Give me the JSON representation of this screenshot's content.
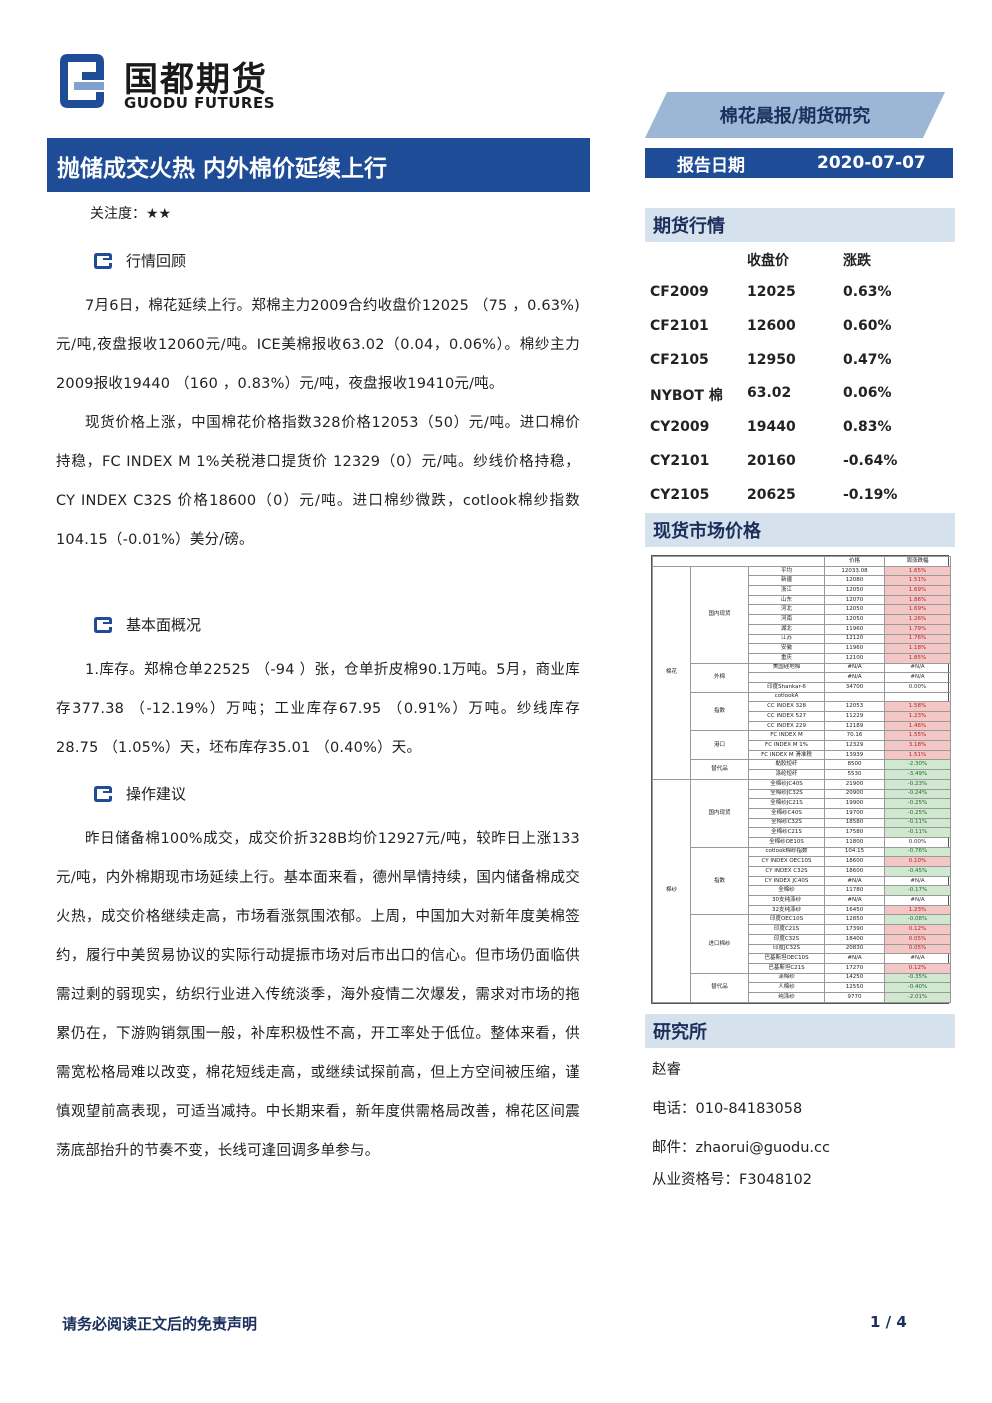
{
  "header": {
    "logo_cn": "国都期货",
    "logo_en": "GUODU FUTURES",
    "banner": "棉花晨报/期货研究",
    "title": "抛储成交火热  内外棉价延续上行",
    "date_label": "报告日期",
    "date_value": "2020-07-07"
  },
  "left": {
    "focus": "关注度：★★",
    "sections": [
      {
        "heading": "行情回顾",
        "paragraphs": [
          "7月6日，棉花延续上行。郑棉主力2009合约收盘价12025 （75 ，0.63%)元/吨,夜盘报收12060元/吨。ICE美棉报收63.02（0.04，0.06%）。棉纱主力2009报收19440 （160 ，0.83%）元/吨，夜盘报收19410元/吨。",
          "现货价格上涨，中国棉花价格指数328价格12053（50）元/吨。进口棉价持稳，FC INDEX M 1%关税港口提货价 12329（0）元/吨。纱线价格持稳，CY INDEX C32S 价格18600（0）元/吨。进口棉纱微跌，cotlook棉纱指数104.15（-0.01%）美分/磅。"
        ]
      },
      {
        "heading": "基本面概况",
        "paragraphs": [
          "1.库存。郑棉仓单22525 （-94 ）张，仓单折皮棉90.1万吨。5月，商业库存377.38 （-12.19%）万吨；工业库存67.95 （0.91%）万吨。纱线库存28.75 （1.05%）天，坯布库存35.01 （0.40%）天。"
        ]
      },
      {
        "heading": "操作建议",
        "paragraphs": [
          "昨日储备棉100%成交，成交价折328B均价12927元/吨，较昨日上涨133元/吨，内外棉期现市场延续上行。基本面来看，德州旱情持续，国内储备棉成交火热，成交价格继续走高，市场看涨氛围浓郁。上周，中国加大对新年度美棉签约，履行中美贸易协议的实际行动提振市场对后市出口的信心。但市场仍面临供需过剩的弱现实，纺织行业进入传统淡季，海外疫情二次爆发，需求对市场的拖累仍在，下游购销氛围一般，补库积极性不高，开工率处于低位。整体来看，供需宽松格局难以改变，棉花短线走高，或继续试探前高，但上方空间被压缩，谨慎观望前高表现，可适当减持。中长期来看，新年度供需格局改善，棉花区间震荡底部抬升的节奏不变，长线可逢回调多单参与。"
        ]
      }
    ]
  },
  "futures": {
    "heading": "期货行情",
    "col_close": "收盘价",
    "col_change": "涨跌",
    "rows": [
      {
        "code": "CF2009",
        "close": "12025",
        "change": "0.63%"
      },
      {
        "code": "CF2101",
        "close": "12600",
        "change": "0.60%"
      },
      {
        "code": "CF2105",
        "close": "12950",
        "change": "0.47%"
      },
      {
        "code": "NYBOT 棉",
        "close": "63.02",
        "change": "0.06%"
      },
      {
        "code": "CY2009",
        "close": "19440",
        "change": "0.83%"
      },
      {
        "code": "CY2101",
        "close": "20160",
        "change": "-0.64%"
      },
      {
        "code": "CY2105",
        "close": "20625",
        "change": "-0.19%"
      }
    ]
  },
  "spot": {
    "heading": "现货市场价格",
    "head_price": "价格",
    "head_change": "周涨跌幅",
    "colors": {
      "up": "#f4c7c7",
      "down": "#cfe8cf"
    },
    "cotton_label": "棉花",
    "yarn_label": "棉纱",
    "groups": [
      {
        "cat": "棉花",
        "sub": "国内现货",
        "items": [
          [
            "平均",
            "12033.08",
            "1.65%",
            "up"
          ],
          [
            "新疆",
            "12080",
            "1.51%",
            "up"
          ],
          [
            "浙江",
            "12050",
            "1.69%",
            "up"
          ],
          [
            "山东",
            "12070",
            "1.86%",
            "up"
          ],
          [
            "河北",
            "12050",
            "1.69%",
            "up"
          ],
          [
            "河南",
            "12050",
            "1.26%",
            "up"
          ],
          [
            "湖北",
            "11960",
            "1.79%",
            "up"
          ],
          [
            "江苏",
            "12120",
            "1.76%",
            "up"
          ],
          [
            "安徽",
            "11960",
            "1.18%",
            "up"
          ],
          [
            "重庆",
            "12100",
            "1.85%",
            "up"
          ]
        ]
      },
      {
        "cat": "棉花",
        "sub": "外棉",
        "items": [
          [
            "美国硅地棉",
            "#N/A",
            "#N/A",
            "none"
          ],
          [
            "",
            "#N/A",
            "#N/A",
            "none"
          ],
          [
            "印度Shankar-6",
            "34700",
            "0.00%",
            "none"
          ]
        ]
      },
      {
        "cat": "棉花",
        "sub": "指数",
        "items": [
          [
            "cotlookA",
            "",
            "",
            "none"
          ],
          [
            "CC INDEX 328",
            "12053",
            "1.58%",
            "up"
          ],
          [
            "CC INDEX 527",
            "11229",
            "1.23%",
            "up"
          ],
          [
            "CC INDEX 229",
            "12189",
            "1.46%",
            "up"
          ]
        ]
      },
      {
        "cat": "棉花",
        "sub": "港口",
        "items": [
          [
            "FC INDEX M",
            "70.16",
            "1.55%",
            "up"
          ],
          [
            "FC INDEX M 1%",
            "12329",
            "3.18%",
            "up"
          ],
          [
            "FC INDEX M 滑准税",
            "13939",
            "1.51%",
            "up"
          ]
        ]
      },
      {
        "cat": "棉花",
        "sub": "替代品",
        "items": [
          [
            "黏胶短纤",
            "8500",
            "-2.30%",
            "down"
          ],
          [
            "涤纶短纤",
            "5530",
            "-3.49%",
            "down"
          ]
        ]
      },
      {
        "cat": "棉纱",
        "sub": "国内现货",
        "items": [
          [
            "全棉纱JC40S",
            "21900",
            "-0.23%",
            "down"
          ],
          [
            "全棉纱JC32S",
            "20900",
            "-0.24%",
            "down"
          ],
          [
            "全棉纱JC21S",
            "19900",
            "-0.25%",
            "down"
          ],
          [
            "全棉纱C40S",
            "19700",
            "-0.25%",
            "down"
          ],
          [
            "全棉纱C32S",
            "18580",
            "-0.11%",
            "down"
          ],
          [
            "全棉纱C21S",
            "17580",
            "-0.11%",
            "down"
          ],
          [
            "全棉纱OE10S",
            "11800",
            "0.00%",
            "none"
          ]
        ]
      },
      {
        "cat": "棉纱",
        "sub": "指数",
        "items": [
          [
            "cotlook棉纱指数",
            "104.15",
            "-0.76%",
            "down"
          ],
          [
            "CY INDEX OEC10S",
            "18600",
            "0.10%",
            "up"
          ],
          [
            "CY INDEX C32S",
            "18600",
            "-0.45%",
            "down"
          ],
          [
            "CY INDEX JC40S",
            "#N/A",
            "#N/A",
            "none"
          ],
          [
            "全棉纱",
            "11780",
            "-0.17%",
            "down"
          ],
          [
            "30支纯涤纱",
            "#N/A",
            "#N/A",
            "none"
          ],
          [
            "32支纯涤纱",
            "16450",
            "1.23%",
            "up"
          ]
        ]
      },
      {
        "cat": "棉纱",
        "sub": "进口棉纱",
        "items": [
          [
            "印度OEC10S",
            "12850",
            "-0.08%",
            "down"
          ],
          [
            "印度C21S",
            "17390",
            "0.12%",
            "up"
          ],
          [
            "印度C32S",
            "18400",
            "0.05%",
            "up"
          ],
          [
            "印度JC32S",
            "20830",
            "0.05%",
            "up"
          ],
          [
            "巴基斯坦OEC10S",
            "#N/A",
            "#N/A",
            "none"
          ],
          [
            "巴基斯坦C21S",
            "17270",
            "0.12%",
            "up"
          ]
        ]
      },
      {
        "cat": "棉纱",
        "sub": "替代品",
        "items": [
          [
            "涤棉纱",
            "14250",
            "-0.35%",
            "down"
          ],
          [
            "人棉纱",
            "12550",
            "-0.40%",
            "down"
          ],
          [
            "纯涤纱",
            "9770",
            "-2.01%",
            "down"
          ]
        ]
      }
    ]
  },
  "research": {
    "heading": "研究所",
    "name": "赵睿",
    "phone": "电话：010-84183058",
    "email": "邮件：zhaorui@guodu.cc",
    "license": "从业资格号：F3048102"
  },
  "footer": {
    "disclaimer": "请务必阅读正文后的免责声明",
    "page": "1 / 4"
  }
}
